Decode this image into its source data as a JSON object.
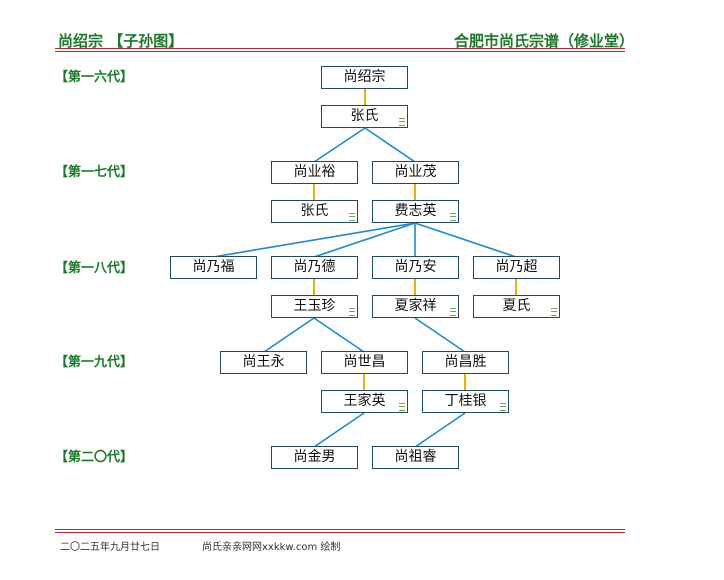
{
  "header": {
    "left_title": "尚绍宗 【子孙图】",
    "right_title": "合肥市尚氏宗谱（修业堂）"
  },
  "generations": [
    "【第一六代】",
    "【第一七代】",
    "【第一八代】",
    "【第一九代】",
    "【第二〇代】"
  ],
  "nodes": {
    "g16_shang_shaozong": "尚绍宗",
    "g16_zhang_shi": "张氏",
    "g17_shang_yeyu": "尚业裕",
    "g17_shang_yemao": "尚业茂",
    "g17_zhang_shi": "张氏",
    "g17_fei_zhiying": "费志英",
    "g18_shang_naifu": "尚乃福",
    "g18_shang_naide": "尚乃德",
    "g18_shang_naian": "尚乃安",
    "g18_shang_naichao": "尚乃超",
    "g18_wang_yuzhen": "王玉珍",
    "g18_xia_jiaxiang": "夏家祥",
    "g18_xia_shi": "夏氏",
    "g19_shang_wangyong": "尚王永",
    "g19_shang_shichang": "尚世昌",
    "g19_shang_changsheng": "尚昌胜",
    "g19_wang_jiaying": "王家英",
    "g19_ding_guiyin": "丁桂银",
    "g20_shang_jinnan": "尚金男",
    "g20_shang_zurui": "尚祖睿"
  },
  "footer": {
    "date": "二〇二五年九月廿七日",
    "credit": "尚氏亲亲网网xxkkw.com 绘制"
  },
  "colors": {
    "header_green": "#1a7a2a",
    "rule_red": "#c0262c",
    "descent_line": "#1a8ad4",
    "marriage_line": "#e8b400",
    "node_border": "#1e4a66"
  }
}
